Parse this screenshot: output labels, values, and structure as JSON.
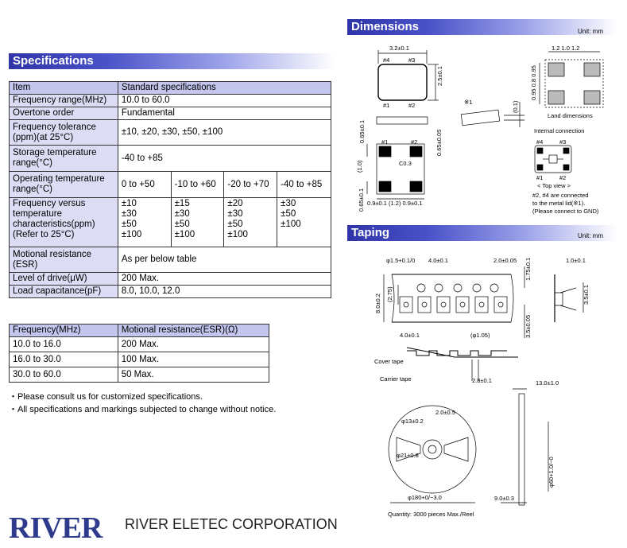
{
  "specifications": {
    "title": "Specifications",
    "table_header": [
      "Item",
      "Standard specifications"
    ],
    "rows": {
      "frequency_range": {
        "label": "Frequency range(MHz)",
        "value": "10.0 to 60.0"
      },
      "overtone": {
        "label": "Overtone order",
        "value": "Fundamental"
      },
      "tolerance": {
        "label_line1": "Frequency tolerance",
        "label_line2": "(ppm)(at 25°C)",
        "value": "±10, ±20, ±30, ±50, ±100"
      },
      "storage": {
        "label_line1": "Storage temperature",
        "label_line2": "range(°C)",
        "value": "-40 to +85"
      },
      "operating": {
        "label_line1": "Operating temperature",
        "label_line2": "range(°C)",
        "values": [
          "0 to +50",
          "-10 to +60",
          "-20 to +70",
          "-40 to +85"
        ]
      },
      "versus": {
        "label_lines": [
          "Frequency versus",
          "temperature",
          "characteristics(ppm)",
          "(Refer to 25°C)"
        ],
        "columns": [
          [
            "±10",
            "±30",
            "±50",
            "±100"
          ],
          [
            "±15",
            "±30",
            "±50",
            "±100"
          ],
          [
            "±20",
            "±30",
            "±50",
            "±100"
          ],
          [
            "±30",
            "±50",
            "±100"
          ]
        ]
      },
      "motional": {
        "label_line1": "Motional resistance",
        "label_line2": "(ESR)",
        "value": "As per below table"
      },
      "drive": {
        "label": "Level of drive(μW)",
        "value": "200 Max."
      },
      "load": {
        "label": "Load capacitance(pF)",
        "value": "8.0, 10.0, 12.0"
      }
    },
    "esr_table": {
      "header": [
        "Frequency(MHz)",
        "Motional resistance(ESR)(Ω)"
      ],
      "rows": [
        [
          "10.0 to 16.0",
          "200 Max."
        ],
        [
          "16.0 to 30.0",
          "100 Max."
        ],
        [
          "30.0 to 60.0",
          "50 Max."
        ]
      ]
    },
    "notes": [
      "・Please consult us for customized specifications.",
      "・All specifications and markings subjected to change without notice."
    ]
  },
  "dimensions": {
    "title": "Dimensions",
    "unit": "Unit: mm",
    "labels": {
      "width": "3.2±0.1",
      "height": "2.5±0.1",
      "pad4": "#4",
      "pad3": "#3",
      "pad1": "#1",
      "pad2": "#2",
      "note_mark": "※1",
      "thickness": "(0.1)",
      "side_h1": "0.65±0.1",
      "side_h2": "0.65±0.05",
      "chamfer": "C0.3",
      "mid": "(1.0)",
      "bottom_h": "0.65±0.1",
      "bottom_dims": "0.9±0.1 (1.2) 0.9±0.1",
      "land_top": "1.2  1.0  1.2",
      "land_side": "0.95 0.8 0.95",
      "land_caption": "Land dimensions",
      "internal_title": "Internal connection",
      "top_view": "< Top view >",
      "connect_note_1": "#2, #4 are connected",
      "connect_note_2": "to the metal lid(※1).",
      "connect_note_3": "(Please connect to GND)"
    }
  },
  "taping": {
    "title": "Taping",
    "unit": "Unit: mm",
    "labels": {
      "hole": "φ1.5+0.1/0",
      "pitch": "4.0±0.1",
      "p2": "2.0±0.05",
      "t": "1.0±0.1",
      "height_ext": "1.75±0.1",
      "w": "8.0±0.2",
      "pocket": "(2.75)",
      "b0": "3.5±0.1",
      "pitch2": "4.0±0.1",
      "hole2": "(φ1.05)",
      "f": "3.5±0.05",
      "cover": "Cover tape",
      "carrier": "Carrier tape",
      "depth": "2.8±0.1",
      "reel_hub": "φ13±0.2",
      "reel_slot": "2.0±0.5",
      "reel_inner": "φ21±0.8",
      "reel_dia": "φ180+0/−3.0",
      "reel_width": "13.0±1.0",
      "reel_hub_dia": "φ60+1.0/−0",
      "flange": "9.0±0.3",
      "quantity": "Quantity: 3000 pieces Max./Reel"
    }
  },
  "footer": {
    "logo": "RIVER",
    "company": "RIVER ELETEC CORPORATION"
  }
}
